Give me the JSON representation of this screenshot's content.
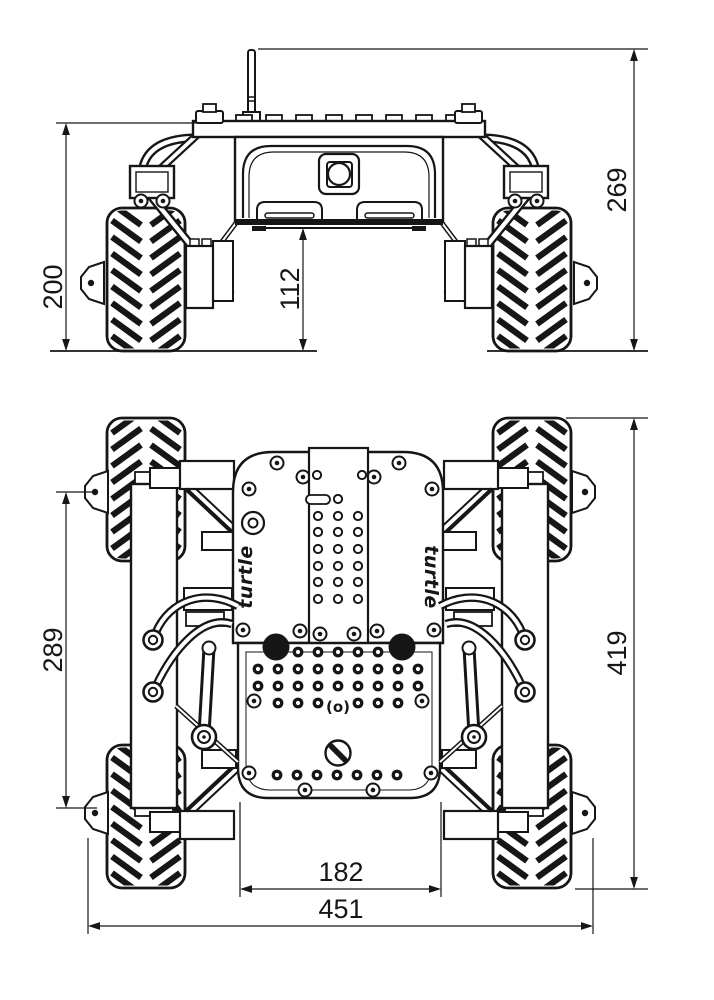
{
  "colors": {
    "ink": "#161616",
    "paper": "#ffffff"
  },
  "branding": {
    "logo_text": "turtle"
  },
  "front_view": {
    "dimensions": {
      "body_height": "200",
      "ground_clearance": "112",
      "overall_height": "269"
    }
  },
  "bottom_view": {
    "plate_marking": "(o)",
    "dimensions": {
      "wheelbase": "289",
      "overall_length": "419",
      "inner_plate_width": "182",
      "overall_width": "451"
    }
  }
}
